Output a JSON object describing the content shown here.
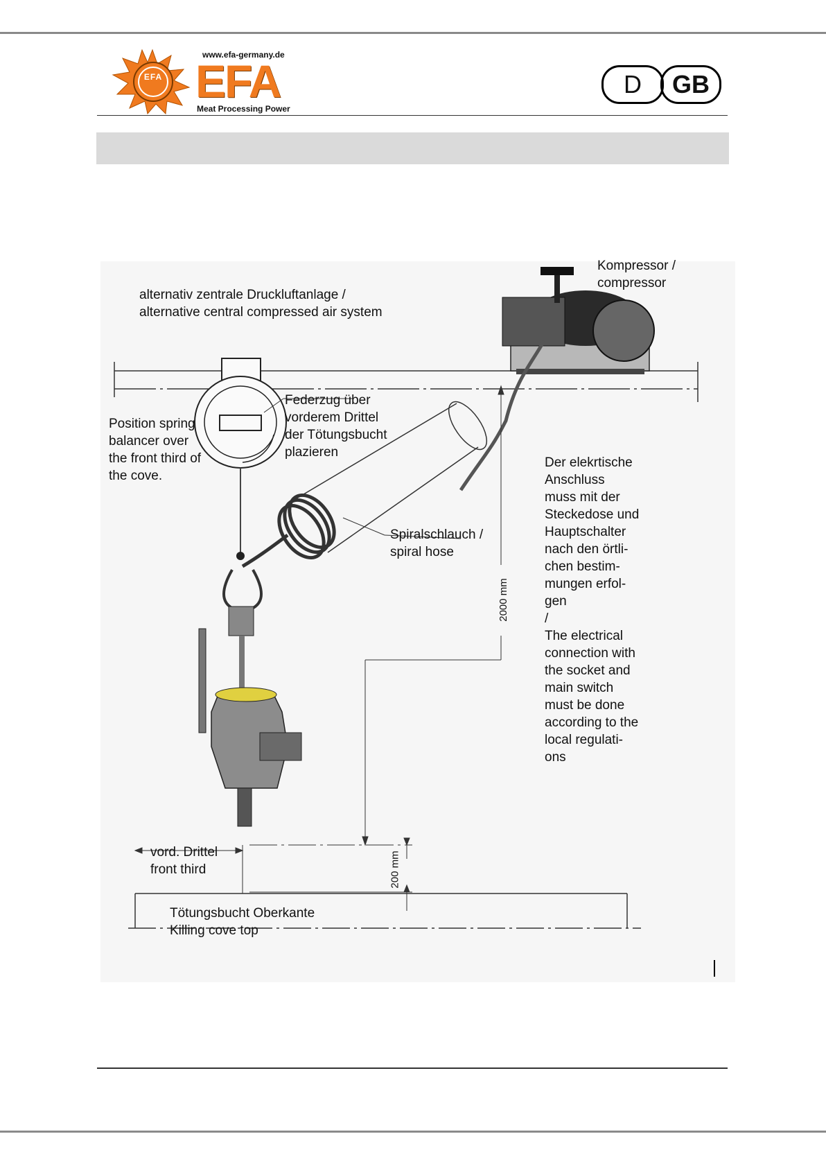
{
  "header": {
    "logo": {
      "url_text": "www.efa-germany.de",
      "brand": "EFA",
      "seal_letters": "EFA",
      "tagline": "Meat Processing Power"
    },
    "languages": [
      "D",
      "GB"
    ]
  },
  "colors": {
    "brand_orange": "#f07a1f",
    "section_bar": "#dadada",
    "rule_grey": "#8a8a8a"
  },
  "figure": {
    "central_air": "alternativ zentrale Druckluftanlage /\nalternative central compressed air system",
    "compressor": "Kompressor /\ncompressor",
    "spring_de": "Federzug über\nvorderem Drittel\nder Tötungsbucht\nplazieren",
    "spring_en": "Position spring\nbalancer over\nthe front third of\nthe cove.",
    "spiral_hose": "Spiralschlauch /\nspiral hose",
    "electrical": "Der elekrtische\nAnschluss\nmuss mit der\nSteckedose und\nHauptschalter\nnach den örtli-\nchen bestim-\nmungen erfol-\ngen\n/\nThe electrical\nconnection with\nthe socket and\nmain switch\nmust be done\naccording to the\nlocal regulati-\nons",
    "dim_2000": "2000 mm",
    "dim_200": "200 mm",
    "front_third": "vord. Drittel\nfront third",
    "cove_top": "Tötungsbucht Oberkante\nKilling cove top"
  }
}
